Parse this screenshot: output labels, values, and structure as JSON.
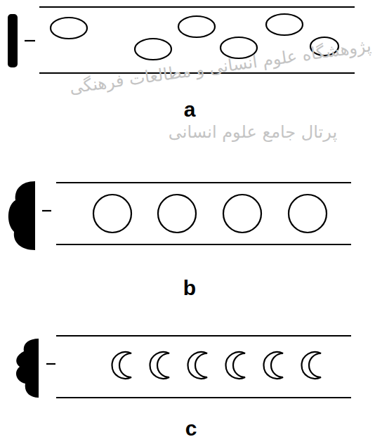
{
  "diagram": {
    "labels": [
      "پژوهشگاه علوم انسانی و مطالعات فرهنگی",
      "پرتال جامع علوم انسانی",
      "a",
      "b",
      "c"
    ]
  }
}
